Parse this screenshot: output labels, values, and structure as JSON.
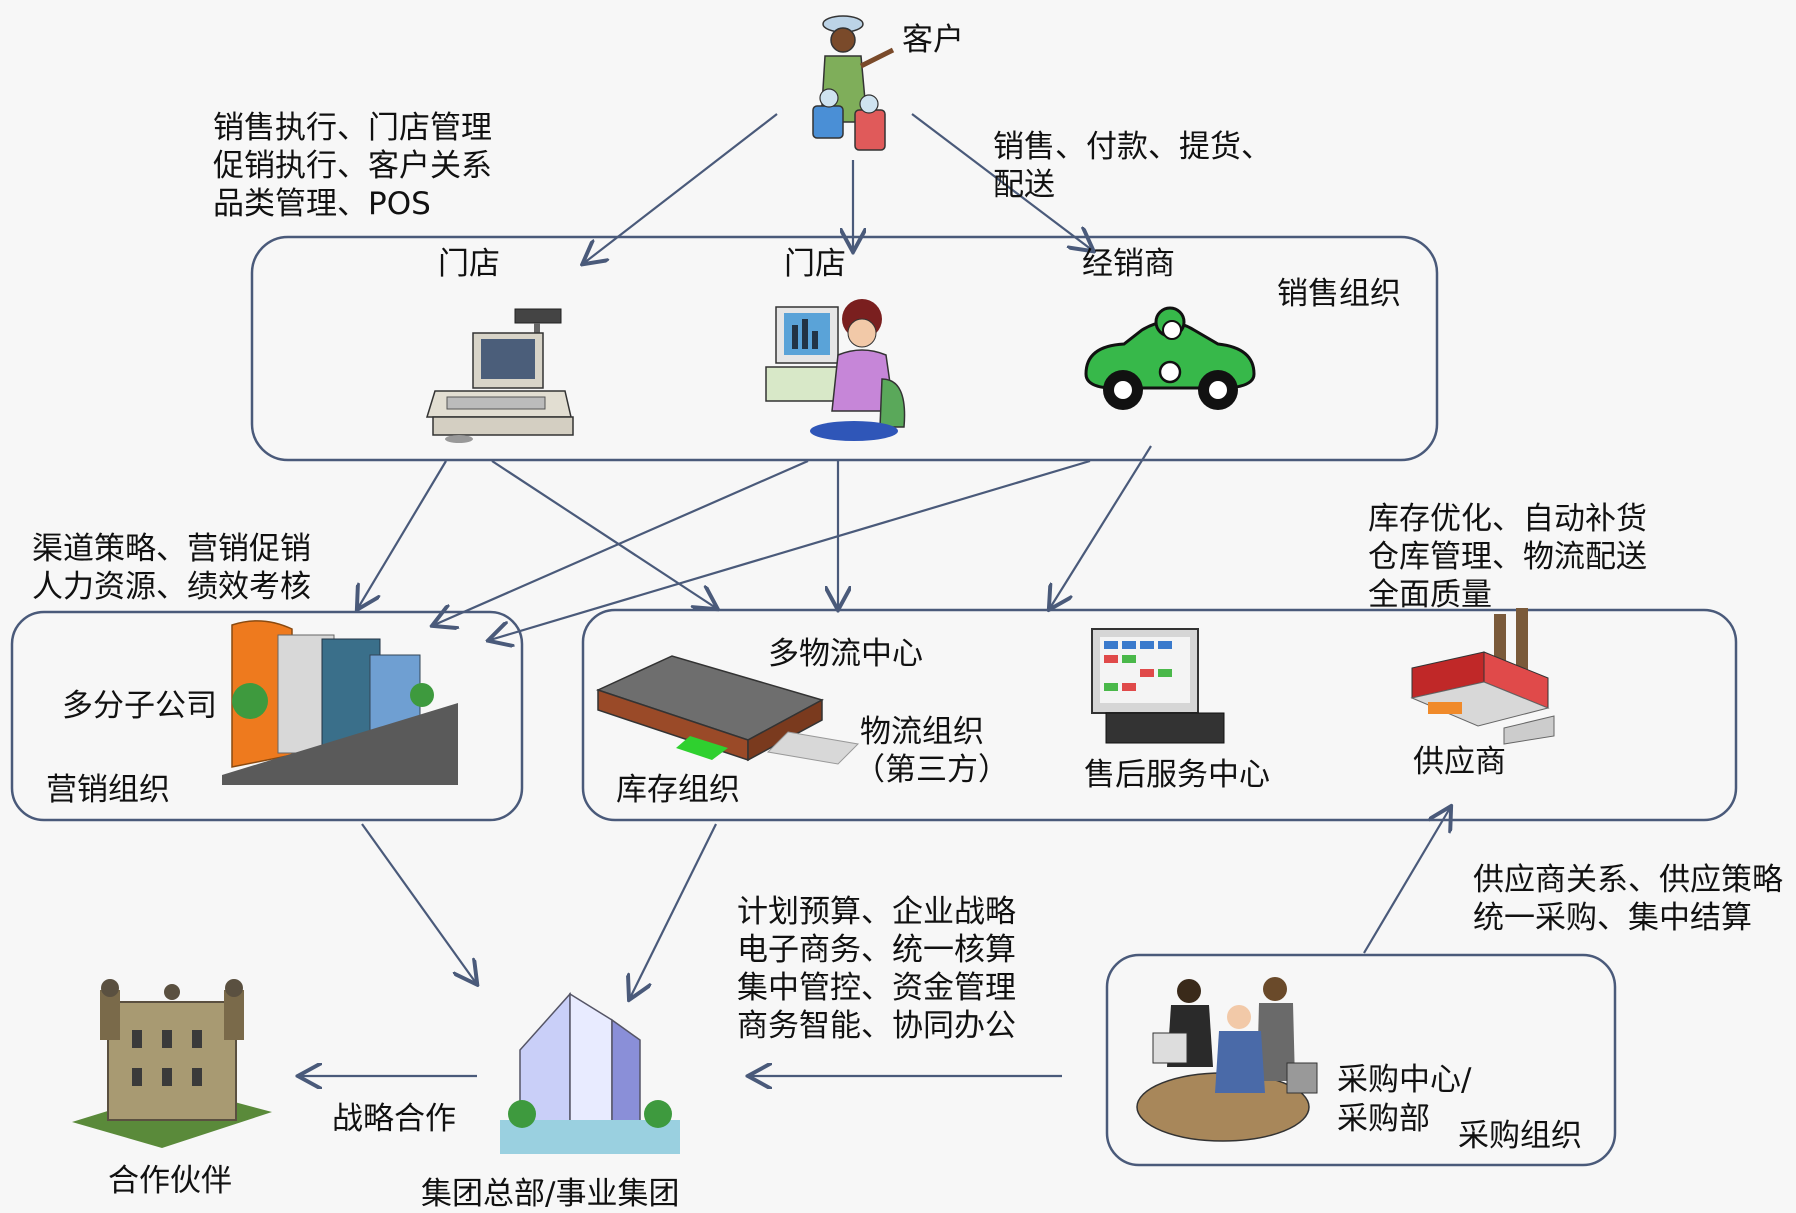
{
  "nodes": {
    "customer": "客户",
    "store1": "门店",
    "store2": "门店",
    "dealer": "经销商",
    "sales_org": "销售组织",
    "subsidiaries": "多分子公司",
    "marketing_org": "营销组织",
    "logistics_center": "多物流中心",
    "logistics_org_1": "物流组织",
    "logistics_org_2": "（第三方）",
    "inventory_org": "库存组织",
    "after_sales": "售后服务中心",
    "supplier": "供应商",
    "purchasing_center_1": "采购中心/",
    "purchasing_center_2": "采购部",
    "purchasing_org": "采购组织",
    "partner": "合作伙伴",
    "group_hq": "集团总部/事业集团",
    "strategic_cooperation": "战略合作"
  },
  "annotations": {
    "store_functions": [
      "销售执行、门店管理",
      "促销执行、客户关系",
      "品类管理、POS"
    ],
    "dealer_functions": [
      "销售、付款、提货、",
      "配送"
    ],
    "marketing_functions": [
      "渠道策略、营销促销",
      "人力资源、绩效考核"
    ],
    "logistics_functions": [
      "库存优化、自动补货",
      "仓库管理、物流配送",
      "全面质量"
    ],
    "supplier_functions": [
      "供应商关系、供应策略",
      "统一采购、集中结算"
    ],
    "group_functions": [
      "计划预算、企业战略",
      "电子商务、统一核算",
      "集中管控、资金管理",
      "商务智能、协同办公"
    ]
  },
  "colors": {
    "box_border": "#4a5a7a",
    "arrow": "#4a5a7a",
    "background": "#f7f7f7"
  }
}
